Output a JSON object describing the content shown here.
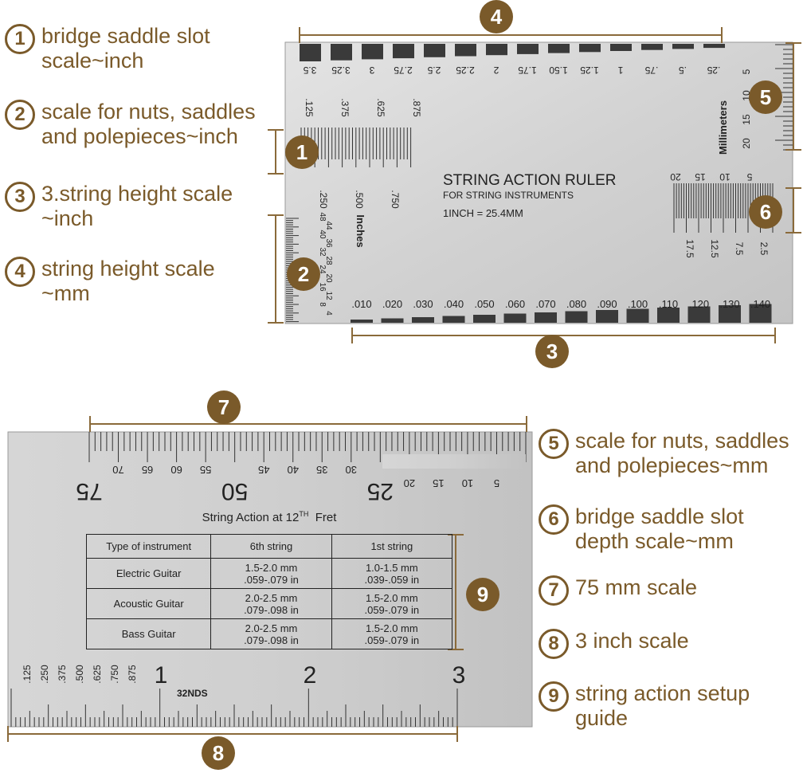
{
  "legend_left": [
    {
      "num": "1",
      "text": "bridge saddle slot\nscale~inch"
    },
    {
      "num": "2",
      "text": "scale for nuts, saddles\nand polepieces~inch"
    },
    {
      "num": "3",
      "text": "3.string height scale\n~inch"
    },
    {
      "num": "4",
      "text": "string height scale\n~mm"
    }
  ],
  "legend_right": [
    {
      "num": "5",
      "text": "scale for nuts, saddles\nand polepieces~mm"
    },
    {
      "num": "6",
      "text": "bridge saddle slot\ndepth scale~mm"
    },
    {
      "num": "7",
      "text": "75 mm scale"
    },
    {
      "num": "8",
      "text": "3 inch scale"
    },
    {
      "num": "9",
      "text": "string action setup\nguide"
    }
  ],
  "markers": [
    "1",
    "2",
    "3",
    "4",
    "5",
    "6",
    "7",
    "8",
    "9"
  ],
  "ruler1": {
    "title": "STRING ACTION RULER",
    "subtitle": "FOR STRING INSTRUMENTS",
    "conversion": "1INCH = 25.4MM",
    "top_labels": [
      "3.5",
      "3.25",
      "3",
      "2.75",
      "2.5",
      "2.25",
      "2",
      "1.75",
      "1.50",
      "1.25",
      "1",
      ".75",
      ".5",
      ".25"
    ],
    "bottom_labels": [
      ".010",
      ".020",
      ".030",
      ".040",
      ".050",
      ".060",
      ".070",
      ".080",
      ".090",
      ".100",
      ".110",
      ".120",
      ".130",
      ".140"
    ],
    "slot_upper_labels": [
      ".125",
      ".375",
      ".625",
      ".875"
    ],
    "slot_lower_labels": [
      ".250",
      ".500",
      ".750"
    ],
    "inches_label": "Inches",
    "nut_labels": [
      "48",
      "44",
      "40",
      "36",
      "32",
      "28",
      "24",
      "20",
      "16",
      "12",
      "8",
      "4"
    ],
    "mm_scale_labels": [
      "5",
      "10",
      "15",
      "20"
    ],
    "millimeters_label": "Millimeters",
    "depth_upper_labels": [
      "20",
      "15",
      "10",
      "5"
    ],
    "depth_lower_labels": [
      "17.5",
      "12.5",
      "7.5",
      "2.5"
    ]
  },
  "ruler2": {
    "big_labels": [
      "75",
      "50",
      "25"
    ],
    "small_labels": [
      "70",
      "65",
      "60",
      "55",
      "45",
      "40",
      "35",
      "30",
      "20",
      "15",
      "10",
      "5"
    ],
    "table_title": "String Action at 12",
    "table_title_sup": "TH",
    "table_title_end": "Fret",
    "table_headers": [
      "Type of instrument",
      "6th string",
      "1st string"
    ],
    "table_rows": [
      {
        "instrument": "Electric Guitar",
        "sixth": [
          "1.5-2.0 mm",
          ".059-.079 in"
        ],
        "first": [
          "1.0-1.5 mm",
          ".039-.059 in"
        ]
      },
      {
        "instrument": "Acoustic Guitar",
        "sixth": [
          "2.0-2.5 mm",
          ".079-.098 in"
        ],
        "first": [
          "1.5-2.0 mm",
          ".059-.079 in"
        ]
      },
      {
        "instrument": "Bass Guitar",
        "sixth": [
          "2.0-2.5 mm",
          ".079-.098 in"
        ],
        "first": [
          "1.5-2.0 mm",
          ".059-.079 in"
        ]
      }
    ],
    "inch_labels": [
      ".125",
      ".250",
      ".375",
      ".500",
      ".625",
      ".750",
      ".875"
    ],
    "inch_big": [
      "1",
      "2",
      "3"
    ],
    "nds_label": "32NDS"
  }
}
